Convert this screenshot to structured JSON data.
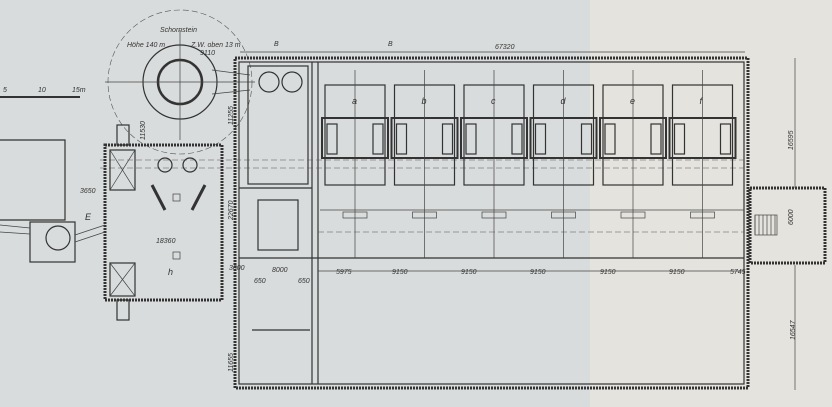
{
  "scale_bar": {
    "ticks": [
      "5",
      "10",
      "15m"
    ]
  },
  "chimney": {
    "title": "Schornstein",
    "height": "Höhe 140 m",
    "inner_width": "Z.W. oben 13 m",
    "dim": "9110"
  },
  "section_marks": [
    "B",
    "B"
  ],
  "dimensions": {
    "overall_length": "67320",
    "bays": [
      "5975",
      "9150",
      "9150",
      "9150",
      "9150",
      "9150",
      "5745"
    ],
    "left_room": [
      "650",
      "8000",
      "650"
    ],
    "offset": "3000",
    "left_building_width": "18360",
    "left_building_height": "22670",
    "left_gap": "3650",
    "lower_height": "11655",
    "upper_height": "11255",
    "chimney_offset": "11530",
    "right_upper": "16595",
    "right_lower": "16547",
    "stair_width": "6000"
  },
  "boiler_labels": [
    "a",
    "b",
    "c",
    "d",
    "e",
    "f"
  ],
  "room_labels": {
    "left_building": "h",
    "entry": "E"
  },
  "colors": {
    "paper": "#d9dcdc",
    "ink": "#333333"
  }
}
